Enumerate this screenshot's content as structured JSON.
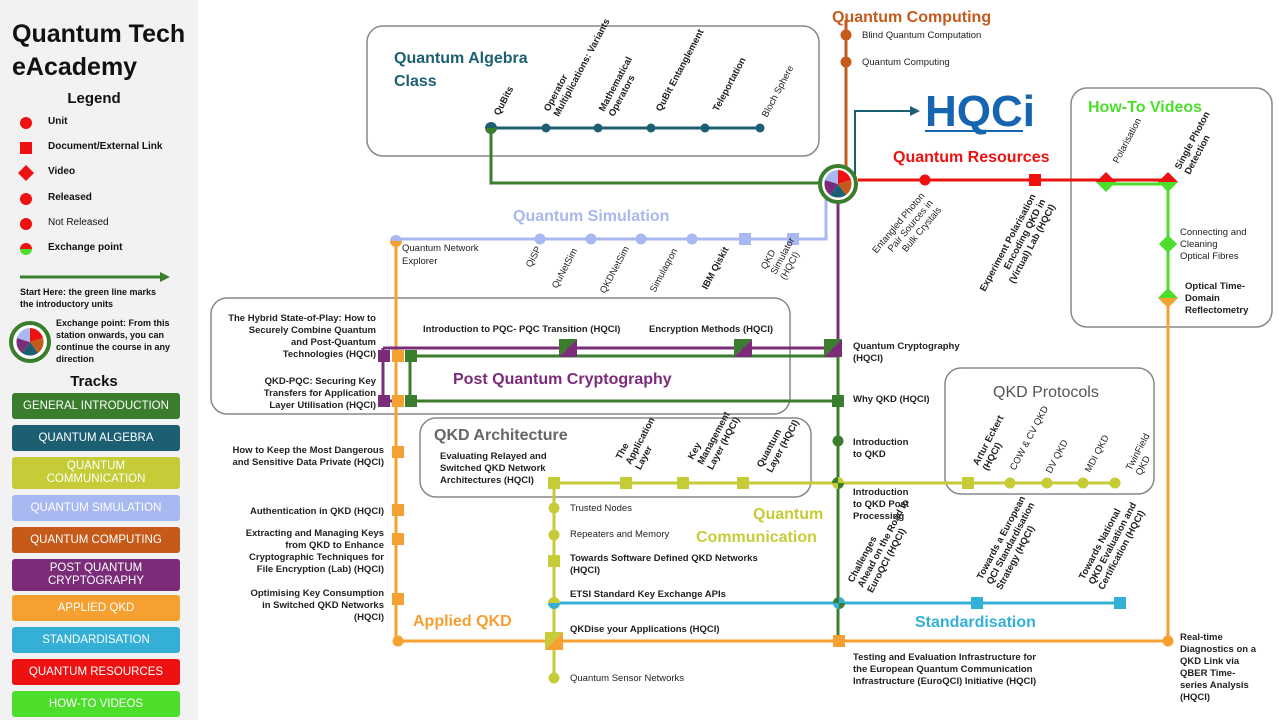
{
  "sidebar": {
    "title_line1": "Quantum Tech",
    "title_line2": "eAcademy",
    "legend_title": "Legend",
    "legend": [
      {
        "label": "Unit",
        "bold": true,
        "icon": "unit-icon"
      },
      {
        "label": "Document/External Link",
        "bold": true,
        "icon": "document-link-icon"
      },
      {
        "label": "Video",
        "bold": true,
        "icon": "video-icon"
      },
      {
        "label": "Released",
        "bold": true,
        "icon": "released-unit-icon"
      },
      {
        "label": "Not Released",
        "bold": false,
        "icon": "not-released-unit-icon"
      },
      {
        "label": "Exchange point",
        "bold": true,
        "icon": "exchange-point-icon"
      }
    ],
    "start_here_line1": "Start Here: the green line marks",
    "start_here_line2": "the introductory units",
    "exchange_note_line1": "Exchange point: From this",
    "exchange_note_line2": "station onwards, you can",
    "exchange_note_line3": "continue the course in any",
    "exchange_note_line4": "direction",
    "tracks_title": "Tracks",
    "tracks": [
      {
        "label": "GENERAL INTRODUCTION",
        "color": "#3a7d2c"
      },
      {
        "label": "QUANTUM ALGEBRA",
        "color": "#1c5f73"
      },
      {
        "label": "QUANTUM\nCOMMUNICATION",
        "color": "#c5cc37"
      },
      {
        "label": "QUANTUM SIMULATION",
        "color": "#a8b8f0"
      },
      {
        "label": "QUANTUM COMPUTING",
        "color": "#c55a1a"
      },
      {
        "label": "POST QUANTUM\nCRYPTOGRAPHY",
        "color": "#7b2c79"
      },
      {
        "label": "APPLIED QKD",
        "color": "#f5a030"
      },
      {
        "label": "STANDARDISATION",
        "color": "#34b0d6"
      },
      {
        "label": "QUANTUM RESOURCES",
        "color": "#ee1111"
      },
      {
        "label": "HOW-TO VIDEOS",
        "color": "#4ddd2b"
      }
    ]
  },
  "colors": {
    "general": "#3a7d2c",
    "algebra": "#1c5f73",
    "communication": "#c5cc37",
    "simulation": "#a8b8f0",
    "computing": "#c55a1a",
    "pqc": "#7b2c79",
    "applied": "#f5a030",
    "standardisation": "#34b0d6",
    "resources": "#ee1111",
    "videos": "#4ddd2b",
    "hqci_logo": "#1565b0"
  },
  "tracks": {
    "quantum_computing": {
      "title": "Quantum Computing",
      "units": [
        "Blind Quantum Computation",
        "Quantum Computing"
      ]
    },
    "quantum_algebra": {
      "title_line1": "Quantum Algebra",
      "title_line2": "Class",
      "units": [
        "QuBits",
        "Operator\nMultiplications: Variants",
        "Mathematical\nOperators",
        "QuBit Entanglement",
        "Teleportation",
        "Bloch Sphere"
      ]
    },
    "hqci_logo_text": "HQCi",
    "quantum_resources": {
      "title": "Quantum Resources",
      "units": [
        "Entangled Photon\nPair Sources in\nBulk Crystals",
        "Experiment Polarisation\nEncoding QKD in\n(Virtual) Lab (HQCI)"
      ]
    },
    "how_to_videos": {
      "title": "How-To Videos",
      "units": [
        "Polarisation",
        "Single Photon\nDetection",
        "Connecting and\nCleaning\nOptical Fibres",
        "Optical Time-\nDomain\nReflectometry"
      ]
    },
    "quantum_simulation": {
      "title": "Quantum Simulation",
      "units": [
        "Quantum Network\nExplorer",
        "QiSP",
        "QuNetSim",
        "QKDNetSim",
        "Simulaqron",
        "IBM Qiskit",
        "QKD\nSimulator\n(HQCI)"
      ]
    },
    "post_quantum_cryptography": {
      "title": "Post Quantum Cryptography",
      "units": [
        "The Hybrid State-of-Play: How to\nSecurely Combine Quantum\nand Post-Quantum\nTechnologies (HQCI)",
        "Introduction to PQC- PQC Transition (HQCI)",
        "Encryption Methods (HQCI)",
        "Quantum Cryptography\n(HQCI)",
        "QKD-PQC: Securing Key\nTransfers for Application\nLayer Utilisation (HQCI)"
      ]
    },
    "general_introduction": {
      "units": [
        "Why QKD (HQCI)",
        "Introduction\nto QKD",
        "Introduction\nto QKD Post\nProcessing"
      ]
    },
    "qkd_protocols": {
      "title": "QKD Protocols",
      "units": [
        "Artur Eckert\n(HQCI)",
        "COW & CV QKD",
        "DV QKD",
        "MDI QKD",
        "TwinField\nQKD"
      ]
    },
    "qkd_architecture": {
      "title": "QKD Architecture",
      "units": [
        "Evaluating Relayed and\nSwitched QKD Network\nArchitectures (HQCI)",
        "The\nApplication\nLayer",
        "Key\nManagement\nLayer (HQCI)",
        "Quantum\nLayer (HQCI)"
      ]
    },
    "quantum_communication": {
      "title_line1": "Quantum",
      "title_line2": "Communication",
      "units": [
        "Trusted Nodes",
        "Repeaters and Memory",
        "Towards Software Defined QKD Networks\n(HQCI)",
        "ETSI Standard Key Exchange APIs",
        "QKDise your Applications (HQCI)",
        "Quantum Sensor Networks"
      ]
    },
    "applied_qkd": {
      "title": "Applied QKD",
      "units": [
        "How to Keep the Most Dangerous\nand Sensitive Data Private (HQCI)",
        "Authentication in QKD (HQCI)",
        "Extracting and Managing Keys\nfrom QKD to Enhance\nCryptographic Techniques for\nFile Encryption (Lab) (HQCI)",
        "Optimising Key Consumption\nin Switched QKD Networks\n(HQCI)",
        "Testing and Evaluation Infrastructure for\nthe European Quantum Communication\nInfrastructure (EuroQCI) Initiative (HQCI)",
        "Real-time\nDiagnostics on a\nQKD Link via\nQBER Time-\nseries Analysis\n(HQCI)"
      ]
    },
    "standardisation": {
      "title": "Standardisation",
      "units": [
        "Challenges\nAhead on the Road to\nEuroQCI (HQCI)",
        "Towards a European\nQCI Standardisation\nStrategy (HQCI)",
        "Towards National\nQKD Evaluation and\nCertification (HQCI)"
      ]
    }
  }
}
